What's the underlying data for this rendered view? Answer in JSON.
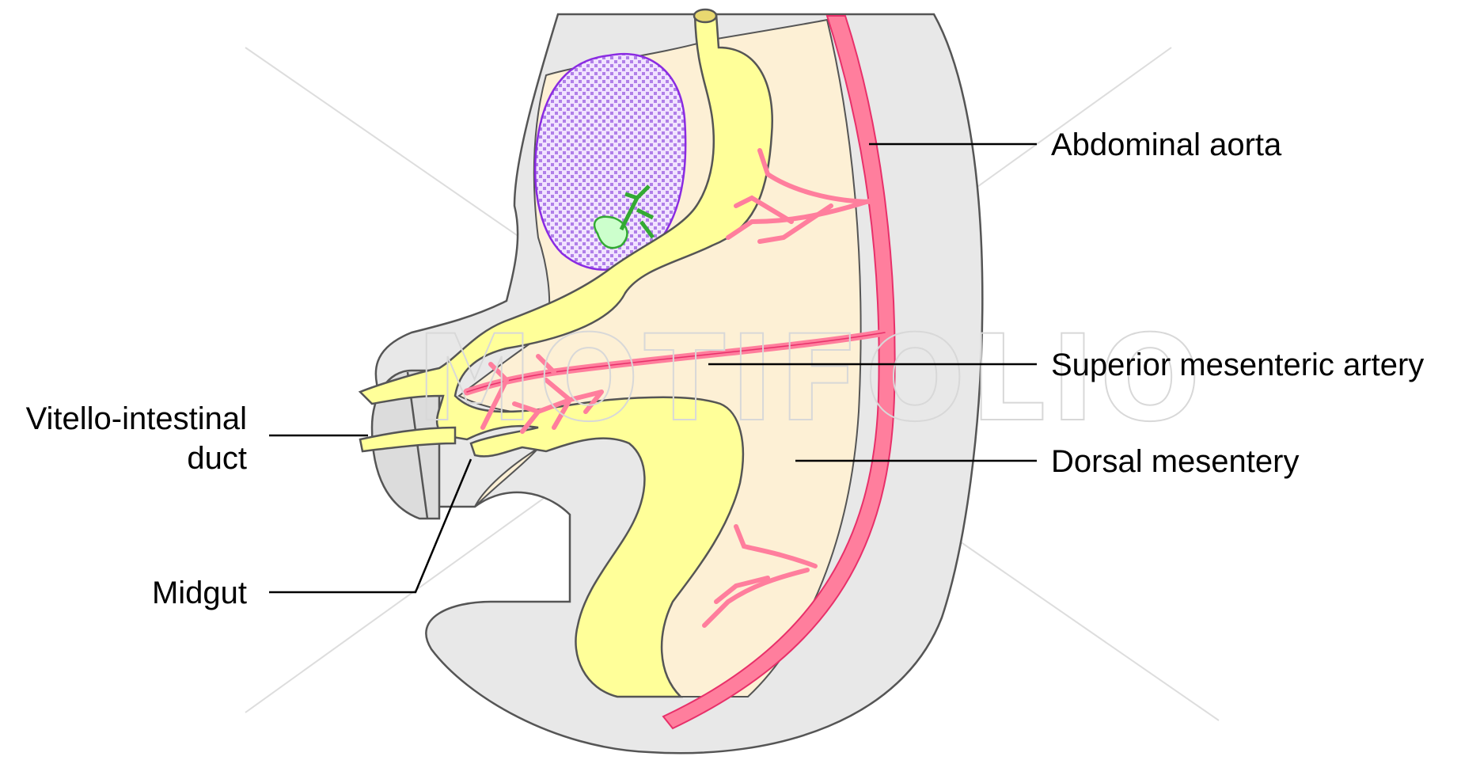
{
  "diagram": {
    "labels": {
      "abdominal_aorta": "Abdominal aorta",
      "superior_mesenteric_artery": "Superior mesenteric artery",
      "dorsal_mesentery": "Dorsal mesentery",
      "vitello_intestinal_duct_line1": "Vitello-intestinal",
      "vitello_intestinal_duct_line2": "duct",
      "midgut": "Midgut"
    },
    "watermark": "MOTIFOLIO"
  },
  "colors": {
    "body_wall": "#e8e8e8",
    "outline": "#555555",
    "mesentery": "#fdf0d5",
    "gut": "#ffff99",
    "artery": "#ff7e9d",
    "artery_stroke": "#e8306a",
    "liver": "#d9b3ff",
    "liver_outline": "#8a2be2",
    "gallbladder": "#ccffcc",
    "gallbladder_outline": "#33aa33"
  }
}
